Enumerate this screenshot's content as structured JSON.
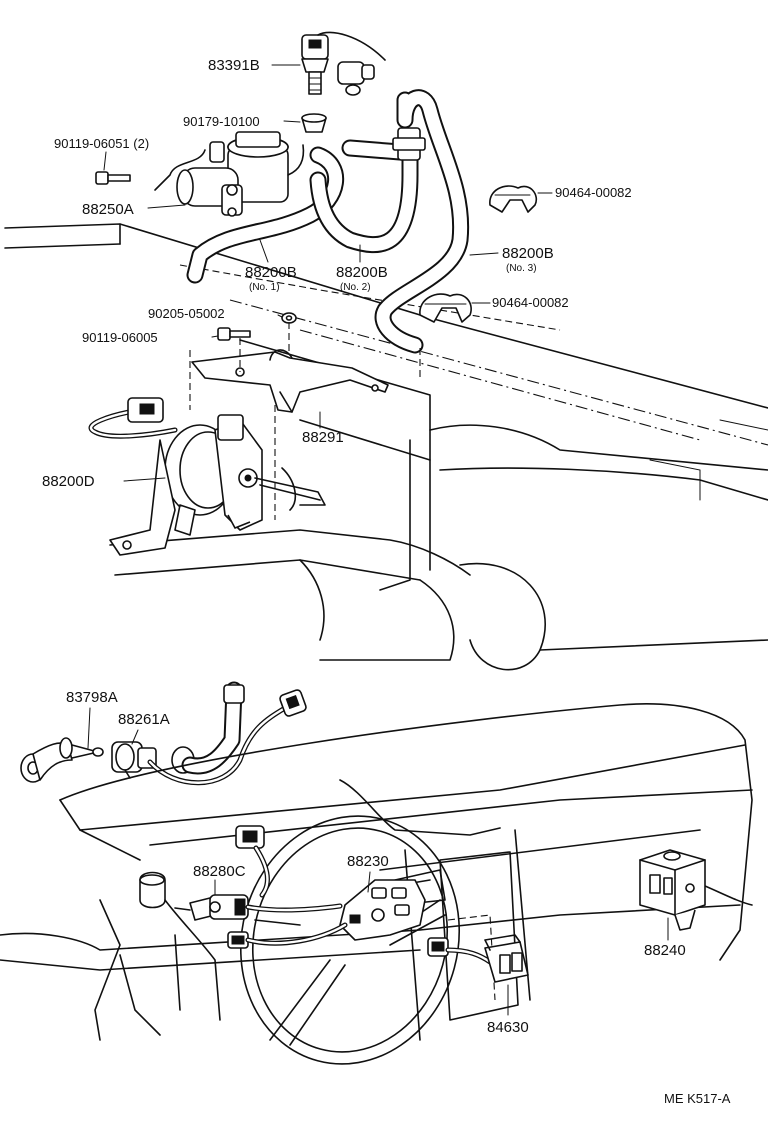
{
  "labels": {
    "p83391B": "83391B",
    "p90179": "90179-10100",
    "p90119a": "90119-06051 (2)",
    "p88250A": "88250A",
    "p88200B1": "88200B",
    "p88200B1_note": "(No. 1)",
    "p88200B2": "88200B",
    "p88200B2_note": "(No. 2)",
    "p88200B3": "88200B",
    "p88200B3_note": "(No. 3)",
    "p90464a": "90464-00082",
    "p90464b": "90464-00082",
    "p90205": "90205-05002",
    "p90119b": "90119-06005",
    "p88291": "88291",
    "p88200D": "88200D",
    "p83798A": "83798A",
    "p88261A": "88261A",
    "p88280C": "88280C",
    "p88230": "88230",
    "p88240": "88240",
    "p84630": "84630",
    "footer_code": "ME  K517-A"
  },
  "icons": [
    "vacuum-switch-icon",
    "vacuum-valve-icon",
    "gasket-icon",
    "bolt-icon",
    "vacuum-pump-icon",
    "vacuum-hose-icon",
    "hose-clamp-icon",
    "washer-icon",
    "bracket-icon",
    "actuator-icon",
    "speed-sensor-icon",
    "connector-icon",
    "control-switch-icon",
    "computer-module-icon",
    "steering-wheel-icon",
    "dashboard-icon"
  ]
}
